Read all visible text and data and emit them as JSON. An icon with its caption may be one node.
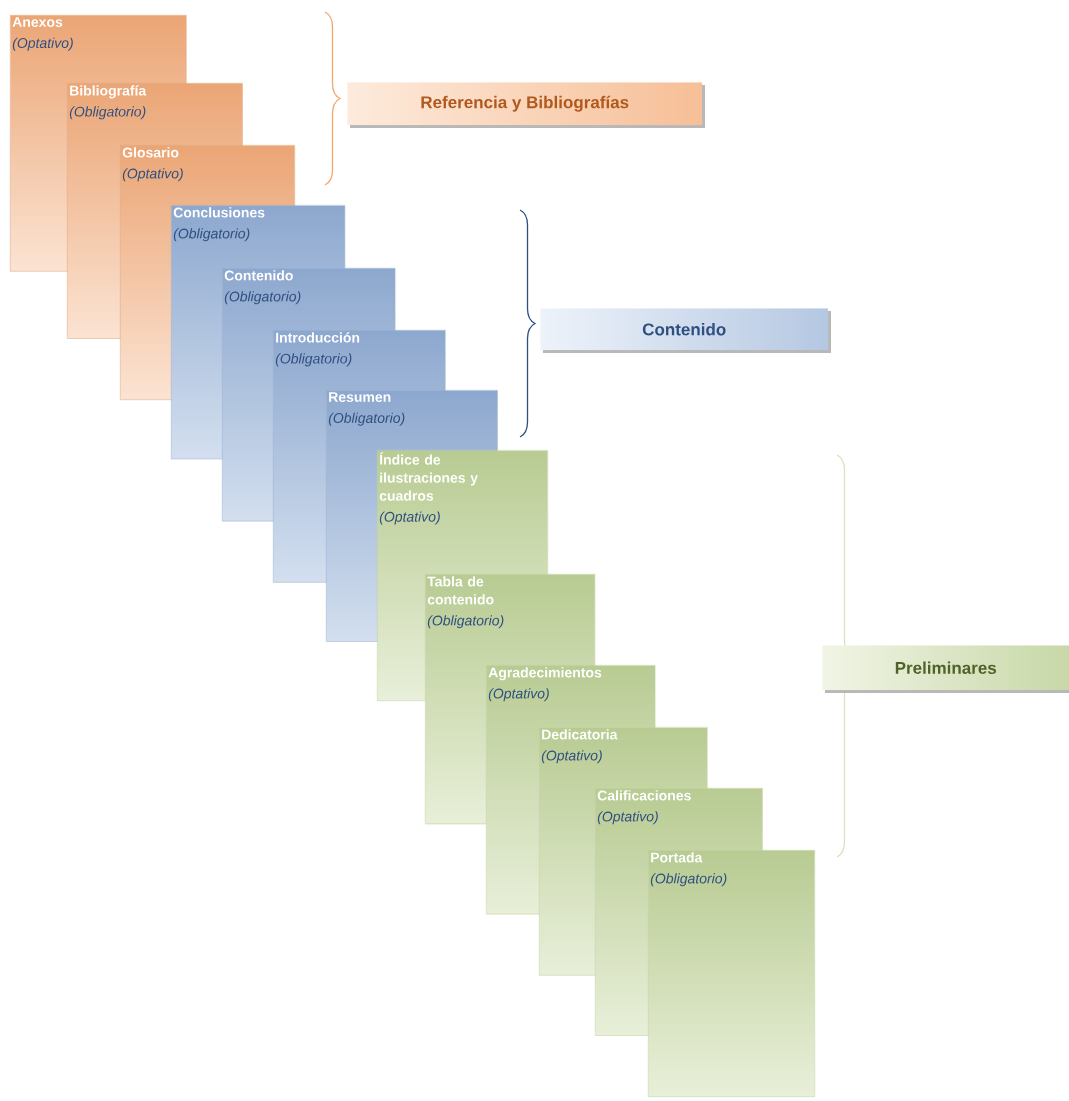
{
  "diagram": {
    "nodes": [
      {
        "text": [
          "Anexos",
          "(Optativo)"
        ]
      },
      {
        "text": [
          "Bibliografía",
          "(Obligatorio)"
        ]
      },
      {
        "text": [
          "Glosario",
          "(Optativo)"
        ]
      },
      {
        "text": [
          "Conclusiones",
          "(Obligatorio)"
        ]
      },
      {
        "text": [
          "Contenido",
          "(Obligatorio)"
        ]
      },
      {
        "text": [
          "Introducción",
          "(Obligatorio)"
        ]
      },
      {
        "text": [
          "Resumen",
          "(Obligatorio)"
        ]
      },
      {
        "text": [
          "Índice de ilustraciones y cuadros",
          "(Optativo)"
        ]
      },
      {
        "text": [
          "Tabla de contenido",
          "(Obligatorio)"
        ]
      },
      {
        "text": [
          "Agradecimientos",
          "(Optativo)"
        ]
      },
      {
        "text": [
          "Dedicatoria",
          "(Optativo)"
        ]
      },
      {
        "text": [
          "Calificaciones",
          "(Optativo)"
        ]
      },
      {
        "text": [
          "Portada",
          "(Obligatorio)"
        ]
      },
      {
        "text": [
          "Referencia y Bibliografías"
        ]
      },
      {
        "text": [
          "Contenido"
        ]
      },
      {
        "text": [
          "Preliminares"
        ]
      }
    ]
  }
}
